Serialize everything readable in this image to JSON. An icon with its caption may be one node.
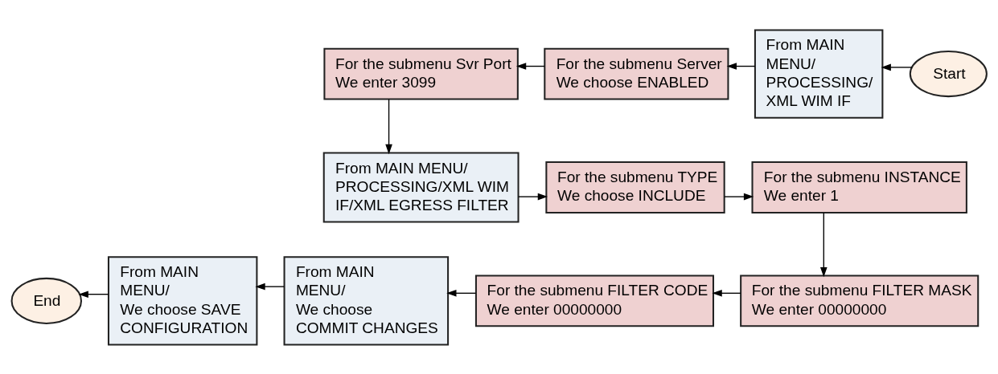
{
  "diagram": {
    "nodes": [
      {
        "text": [
          "Start"
        ]
      },
      {
        "text": [
          "From MAIN MENU/ PROCESSING/ XML WIM IF"
        ]
      },
      {
        "text": [
          "For the submenu Server",
          "We choose ENABLED"
        ]
      },
      {
        "text": [
          "For the submenu Svr Port",
          "We enter 3099"
        ]
      },
      {
        "text": [
          "From MAIN MENU/ PROCESSING/XML WIM IF/XML EGRESS FILTER"
        ]
      },
      {
        "text": [
          "For the submenu TYPE",
          "We choose INCLUDE"
        ]
      },
      {
        "text": [
          "For the submenu INSTANCE",
          "We enter 1"
        ]
      },
      {
        "text": [
          "For the submenu FILTER MASK",
          "We enter 00000000"
        ]
      },
      {
        "text": [
          "For the submenu FILTER CODE",
          "We enter 00000000"
        ]
      },
      {
        "text": [
          "From MAIN MENU/",
          "We choose COMMIT CHANGES"
        ]
      },
      {
        "text": [
          "From MAIN MENU/",
          "We choose SAVE CONFIGURATION"
        ]
      },
      {
        "text": [
          "End"
        ]
      }
    ],
    "edges": [
      {
        "from": 0,
        "to": 1,
        "arrow": "to"
      },
      {
        "from": 1,
        "to": 2,
        "arrow": "to"
      },
      {
        "from": 2,
        "to": 3,
        "arrow": "to"
      },
      {
        "from": 3,
        "to": 4,
        "arrow": "to"
      },
      {
        "from": 4,
        "to": 5,
        "arrow": "to"
      },
      {
        "from": 5,
        "to": 6,
        "arrow": "to"
      },
      {
        "from": 6,
        "to": 7,
        "arrow": "to"
      },
      {
        "from": 7,
        "to": 8,
        "arrow": "to"
      },
      {
        "from": 8,
        "to": 9,
        "arrow": "to"
      },
      {
        "from": 9,
        "to": 10,
        "arrow": "to"
      },
      {
        "from": 10,
        "to": 11,
        "arrow": "to"
      }
    ]
  }
}
